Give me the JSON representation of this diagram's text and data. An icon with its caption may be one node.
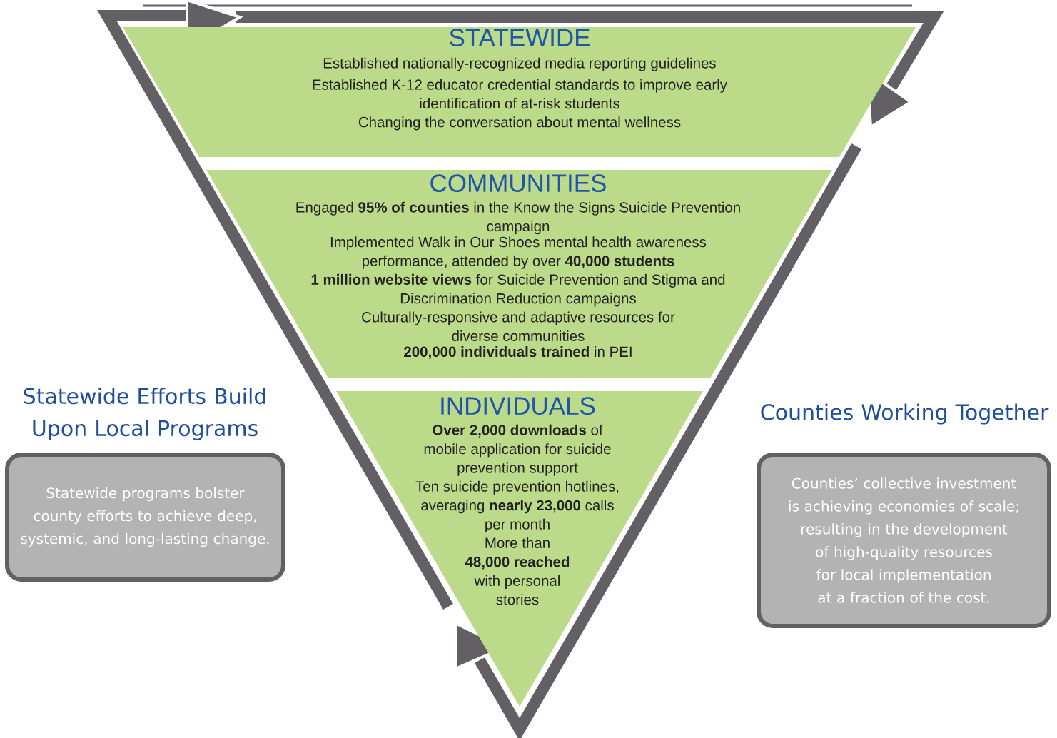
{
  "diagram": {
    "nodes": [
      {
        "text": [
          "STATEWIDE",
          "Established nationally-recognized media reporting guidelines",
          "Established K-12 educator credential standards to improve early identification of at-risk students",
          "Changing the conversation about mental wellness"
        ]
      },
      {
        "text": [
          "COMMUNITIES",
          "Engaged **95% of counties** in the Know the Signs Suicide Prevention campaign",
          "Implemented Walk in Our Shoes mental health awareness performance, attended by over **40,000 students**",
          "**1 million website views** for Suicide Prevention and Stigma and Discrimination Reduction campaigns",
          "Culturally-responsive and adaptive resources for diverse communities",
          "**200,000 individuals trained** in PEI"
        ]
      },
      {
        "text": [
          "INDIVIDUALS",
          "**Over 2,000 downloads** of mobile application for suicide prevention support",
          "Ten suicide prevention hotlines, averaging **nearly 23,000** calls per month",
          "More than **48,000 reached** with personal stories"
        ]
      },
      {
        "text": [
          "Statewide Efforts Build Upon Local Programs",
          "Statewide programs bolster county efforts to achieve deep, systemic, and long-lasting change."
        ]
      },
      {
        "text": [
          "Counties Working Together",
          "Counties’ collective investment is achieving economies of scale; resulting in the development of high-quality resources for local implementation at a fraction of the cost."
        ]
      }
    ],
    "edges": []
  }
}
